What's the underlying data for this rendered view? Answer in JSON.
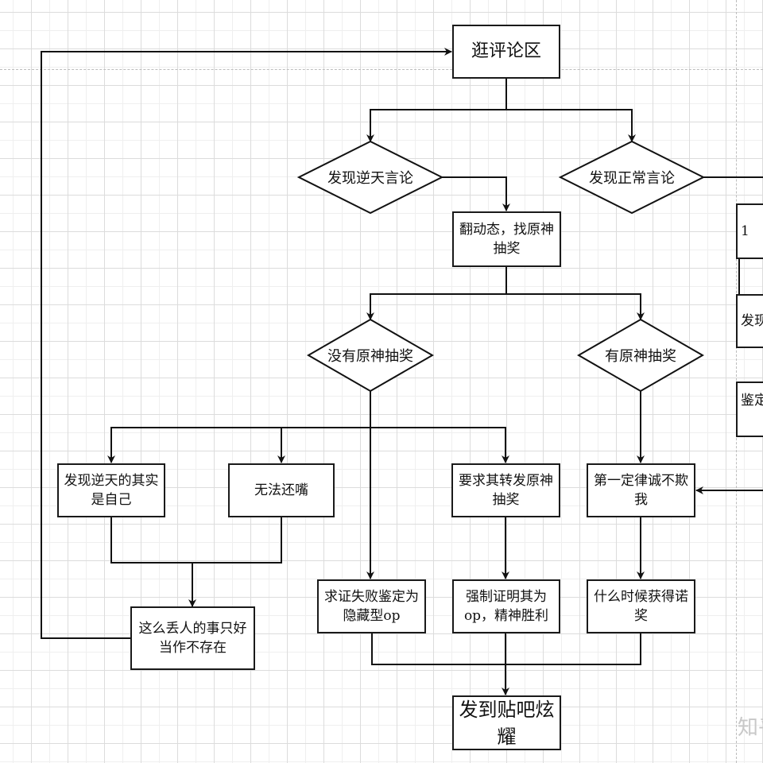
{
  "diagram": {
    "title": "逛评论区 流程图",
    "nodes": {
      "start": "逛评论区",
      "decision_outrageous": "发现逆天言论",
      "decision_normal": "发现正常言论",
      "check_profile": "翻动态，找原神抽奖",
      "decision_no_genshin": "没有原神抽奖",
      "decision_has_genshin": "有原神抽奖",
      "self_is_outrageous": "发现逆天的其实是自己",
      "cannot_retort": "无法还嘴",
      "demand_repost": "要求其转发原神抽奖",
      "first_law": "第一定律诚不欺我",
      "pretend_nonexistent": "这么丢人的事只好当作不存在",
      "verify_failed": "求证失败鉴定为隐藏型op",
      "force_prove": "强制证明其为op，精神胜利",
      "nobel_prize": "什么时候获得诺奖",
      "post_tieba": "发到贴吧炫耀",
      "right_clipped_1": "1",
      "right_clipped_2": "发现",
      "right_clipped_3": "鉴定"
    }
  },
  "watermark": "知乎"
}
